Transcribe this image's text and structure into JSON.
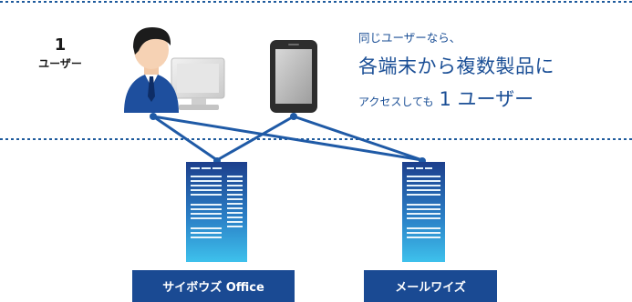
{
  "user_count": {
    "number": "1",
    "unit": "ユーザー"
  },
  "caption": {
    "line1": "同じユーザーなら、",
    "line2": "各端末から複数製品に",
    "line3_small": "アクセスしても",
    "line3_big": "1 ユーザー"
  },
  "products": [
    {
      "label": "サイボウズ Office"
    },
    {
      "label": "メールワイズ"
    }
  ],
  "colors": {
    "accent_blue": "#1a4a93",
    "text_blue": "#1b4f96",
    "dash_blue": "#1e5a9c",
    "server_gradient_top": "#1d3f8c",
    "server_gradient_bottom": "#39b7e6"
  },
  "icons": [
    "user-icon",
    "desktop-monitor-icon",
    "smartphone-icon",
    "server-icon"
  ]
}
